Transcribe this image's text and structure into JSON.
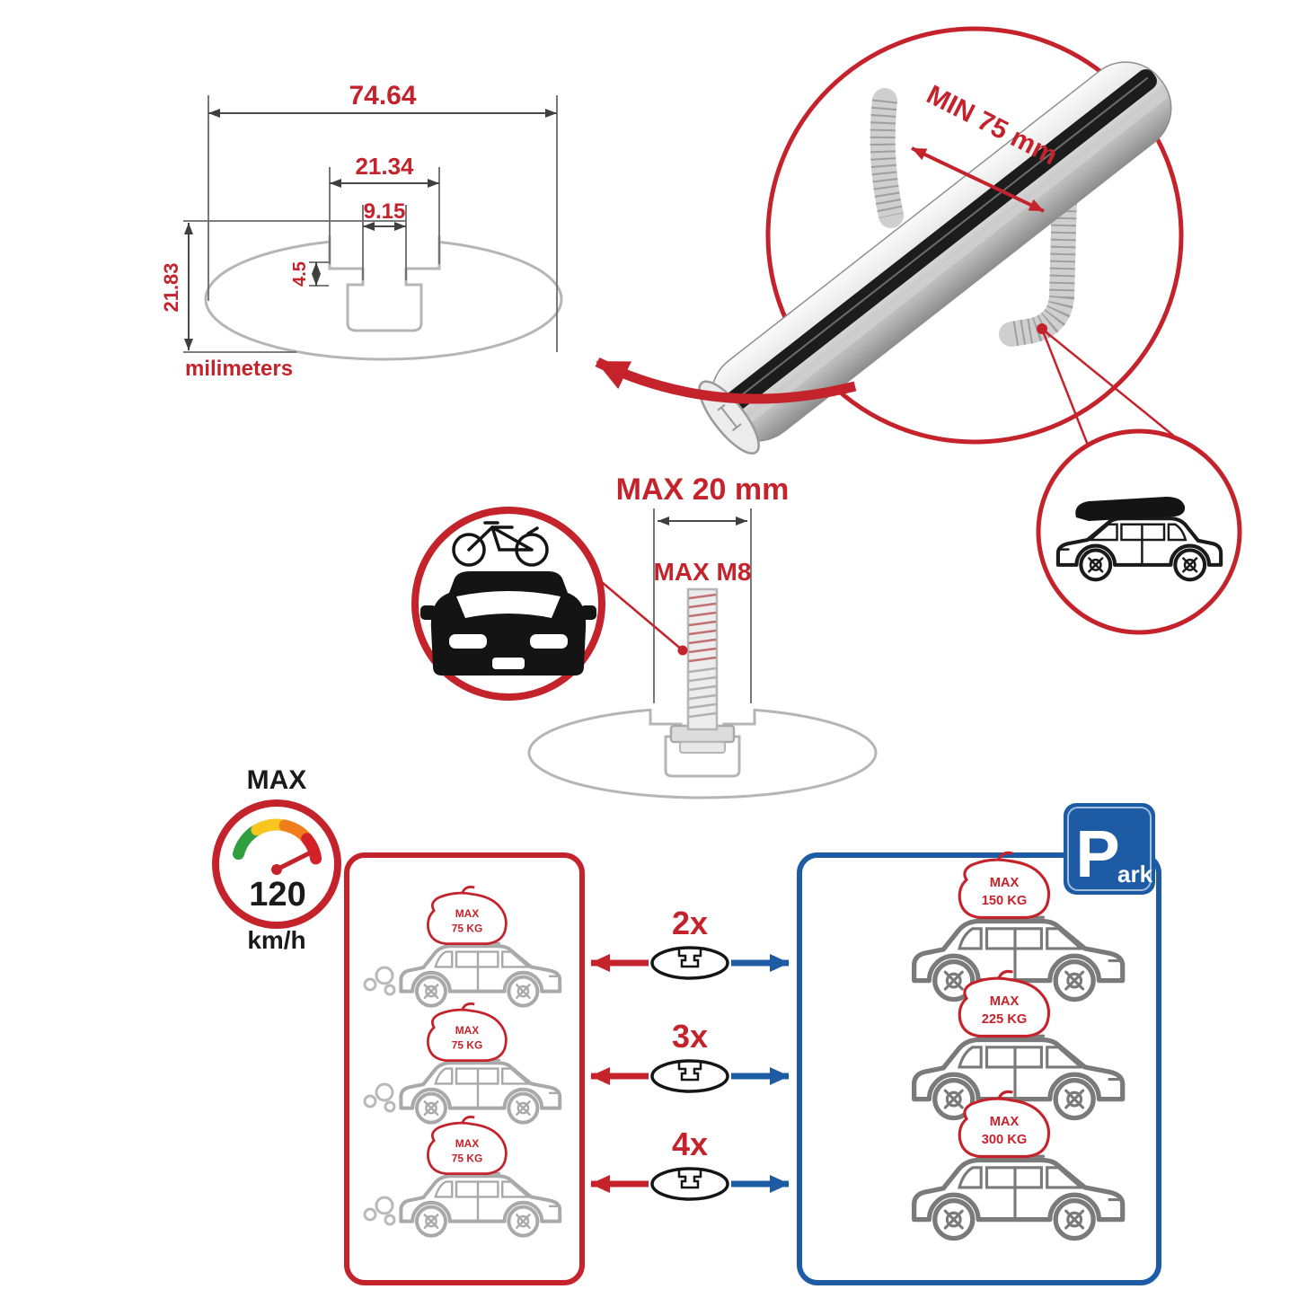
{
  "colors": {
    "accent_red": "#c5232c",
    "accent_blue": "#1d5ca4",
    "profile_gray": "#b5b5b5",
    "driving_car_gray": "#a9a9a9",
    "parked_car_gray": "#7a7a7a",
    "dark": "#1a1a1a"
  },
  "cross_section": {
    "total_width": "74.64",
    "slot_outer_width": "21.34",
    "slot_inner_width": "9.15",
    "slot_depth": "4.5",
    "total_height": "21.83",
    "units": "milimeters"
  },
  "bar_closeup": {
    "min_gap": "MIN 75 mm"
  },
  "bolt": {
    "max_length": "MAX 20 mm",
    "max_thread": "MAX M8"
  },
  "speed": {
    "label": "MAX",
    "value": "120",
    "unit": "km/h"
  },
  "driving_panel": {
    "cars": [
      {
        "tag_line1": "MAX",
        "tag_line2": "75 KG"
      },
      {
        "tag_line1": "MAX",
        "tag_line2": "75 KG"
      },
      {
        "tag_line1": "MAX",
        "tag_line2": "75 KG"
      }
    ]
  },
  "parked_panel": {
    "sign_p": "P",
    "sign_ark": "ark",
    "cars": [
      {
        "tag_line1": "MAX",
        "tag_line2": "150 KG"
      },
      {
        "tag_line1": "MAX",
        "tag_line2": "225 KG"
      },
      {
        "tag_line1": "MAX",
        "tag_line2": "300 KG"
      }
    ]
  },
  "multipliers": [
    {
      "label": "2x"
    },
    {
      "label": "3x"
    },
    {
      "label": "4x"
    }
  ]
}
